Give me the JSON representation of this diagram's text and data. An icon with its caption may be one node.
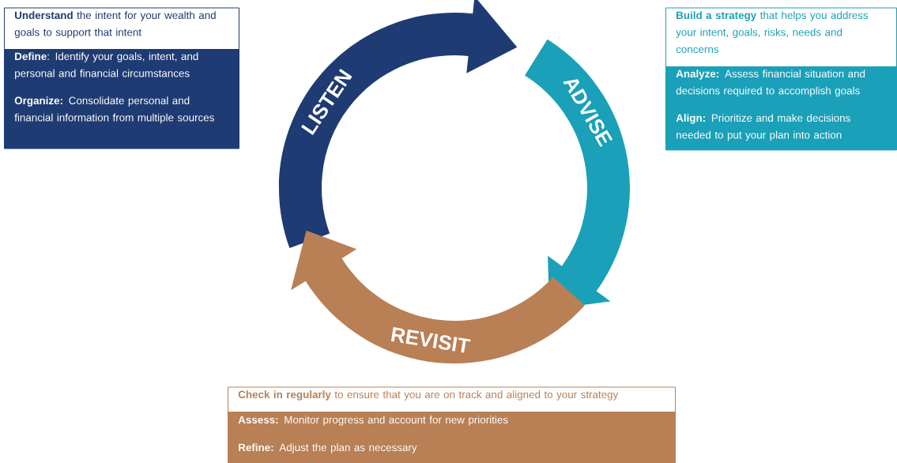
{
  "diagram": {
    "nodes": [
      {
        "text": [
          "**Understand** the intent for your wealth and goals to support that intent",
          "**Define**: Identify your goals, intent, and personal and financial circumstances",
          "**Organize:** Consolidate personal and financial information from multiple sources"
        ]
      },
      {
        "text": [
          "LISTEN"
        ]
      },
      {
        "text": [
          "ADVISE"
        ]
      },
      {
        "text": [
          "**Build a strategy** that helps you address your intent, goals, risks, needs and concerns",
          "**Analyze:** Assess financial situation and decisions required to accomplish goals",
          "**Align:** Prioritize and make decisions needed to put your plan into action"
        ]
      },
      {
        "text": [
          "REVISIT"
        ]
      },
      {
        "text": [
          "**Check in regularly** to ensure that you are on track and aligned to your strategy",
          "**Assess:** Monitor progress and account for new priorities",
          "**Refine:** Adjust the plan as necessary"
        ]
      }
    ]
  }
}
